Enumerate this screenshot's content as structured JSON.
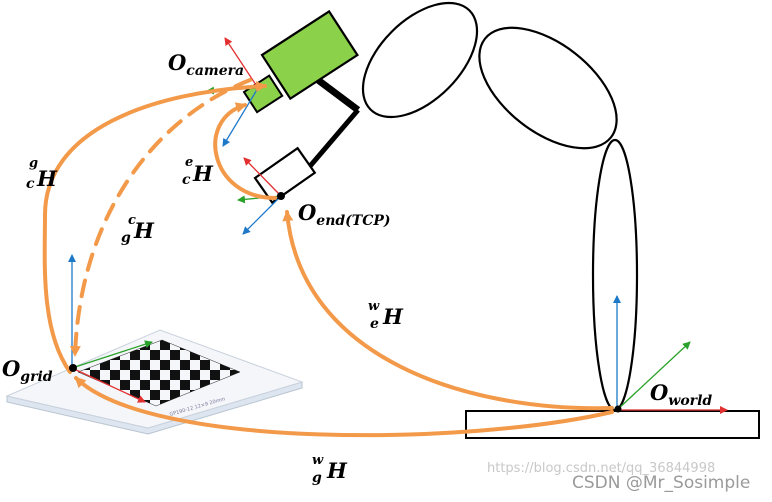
{
  "frames": {
    "camera": {
      "main": "O",
      "sub": "camera"
    },
    "end": {
      "main": "O",
      "sub": "end(TCP)"
    },
    "grid": {
      "main": "O",
      "sub": "grid"
    },
    "world": {
      "main": "O",
      "sub": "world"
    }
  },
  "transforms": {
    "g_c": {
      "sup": "g",
      "sub": "c",
      "main": "H"
    },
    "c_g": {
      "sup": "c",
      "sub": "g",
      "main": "H"
    },
    "e_c": {
      "sup": "e",
      "sub": "c",
      "main": "H"
    },
    "w_e": {
      "sup": "w",
      "sub": "e",
      "main": "H"
    },
    "w_g": {
      "sup": "w",
      "sub": "g",
      "main": "H"
    }
  },
  "board_caption": "GP190-12 12×9 20mm",
  "watermark": {
    "url": "https://blog.csdn.net/qq_36844998",
    "author": "CSDN @Mr_Sosimple"
  },
  "colors": {
    "arrow": "#f39a4a",
    "camera": "#8cd14a",
    "axis_x": "#e23030",
    "axis_y": "#2aa12a",
    "axis_z": "#1e78c8"
  }
}
